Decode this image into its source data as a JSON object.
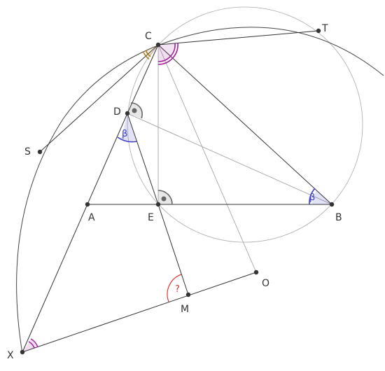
{
  "diagram": {
    "points": {
      "C": "C",
      "T": "T",
      "D": "D",
      "S": "S",
      "A": "A",
      "E": "E",
      "B": "B",
      "O": "O",
      "M": "M",
      "X": "X"
    },
    "angle_labels": {
      "beta_d": "β",
      "beta_b": "β",
      "question": "?"
    },
    "colors": {
      "line": "#333333",
      "thin_line": "#9a9a9a",
      "circle": "#aaaaaa",
      "purple": "#a020a0",
      "orange": "#b07a1a",
      "blue": "#3a3acc",
      "gray_marker": "#666666",
      "red": "#dd3333"
    }
  }
}
